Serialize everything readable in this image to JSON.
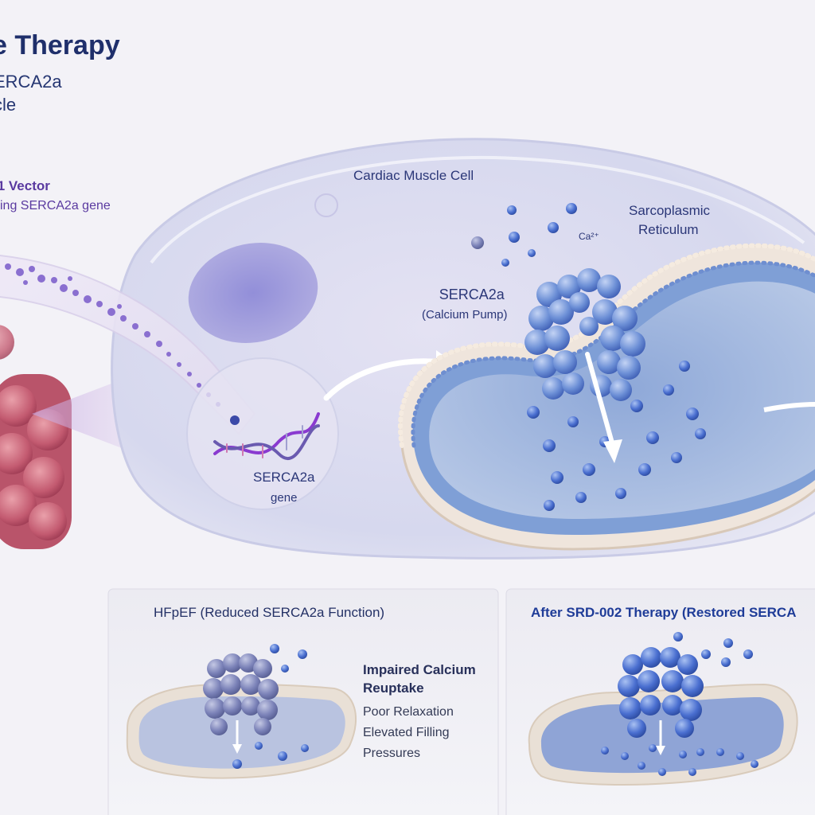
{
  "header": {
    "title_fragment": "e Therapy",
    "subtitle_line1": "ERCA2a",
    "subtitle_line2": "cle"
  },
  "vector": {
    "title_fragment": "/1 Vector",
    "subtitle_fragment": "ying SERCA2a gene"
  },
  "cell": {
    "label": "Cardiac Muscle Cell",
    "sr_label_line1": "Sarcoplasmic",
    "sr_label_line2": "Reticulum",
    "ion_label": "Ca²⁺",
    "pump_label_line1": "SERCA2a",
    "pump_label_line2": "(Calcium Pump)",
    "gene_label_line1": "SERCA2a",
    "gene_label_line2": "gene"
  },
  "panel_left": {
    "title": "HFpEF (Reduced SERCA2a Function)",
    "heading_line1": "Impaired Calcium",
    "heading_line2": "Reuptake",
    "bullets": [
      "Poor Relaxation",
      "Elevated Filling",
      "Pressures"
    ]
  },
  "panel_right": {
    "title": "After SRD-002 Therapy (Restored SERCA"
  },
  "colors": {
    "title": "#1f2f6b",
    "vector_purple": "#5a3aa0",
    "calcium_blue": "#3f5fc8",
    "muscle_red": "#b84b63",
    "membrane": "#8ea5d6"
  }
}
